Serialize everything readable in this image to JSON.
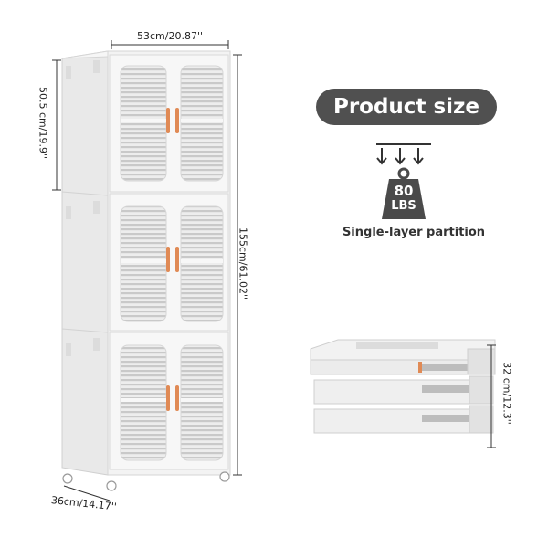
{
  "header": {
    "title": "Product size"
  },
  "dimensions": {
    "width": "53cm/20.87''",
    "depth": "36cm/14.17''",
    "total_height": "155cm/61.02''",
    "section_height": "50.5 cm/19.9''",
    "folded_height": "32 cm/12.3''"
  },
  "load": {
    "weight_value": "80",
    "weight_unit": "LBS",
    "caption": "Single-layer partition"
  },
  "colors": {
    "cabinet": "#f1f1f1",
    "panel": "#e2e2e2",
    "handle": "#e08a55",
    "badge": "#505050"
  }
}
